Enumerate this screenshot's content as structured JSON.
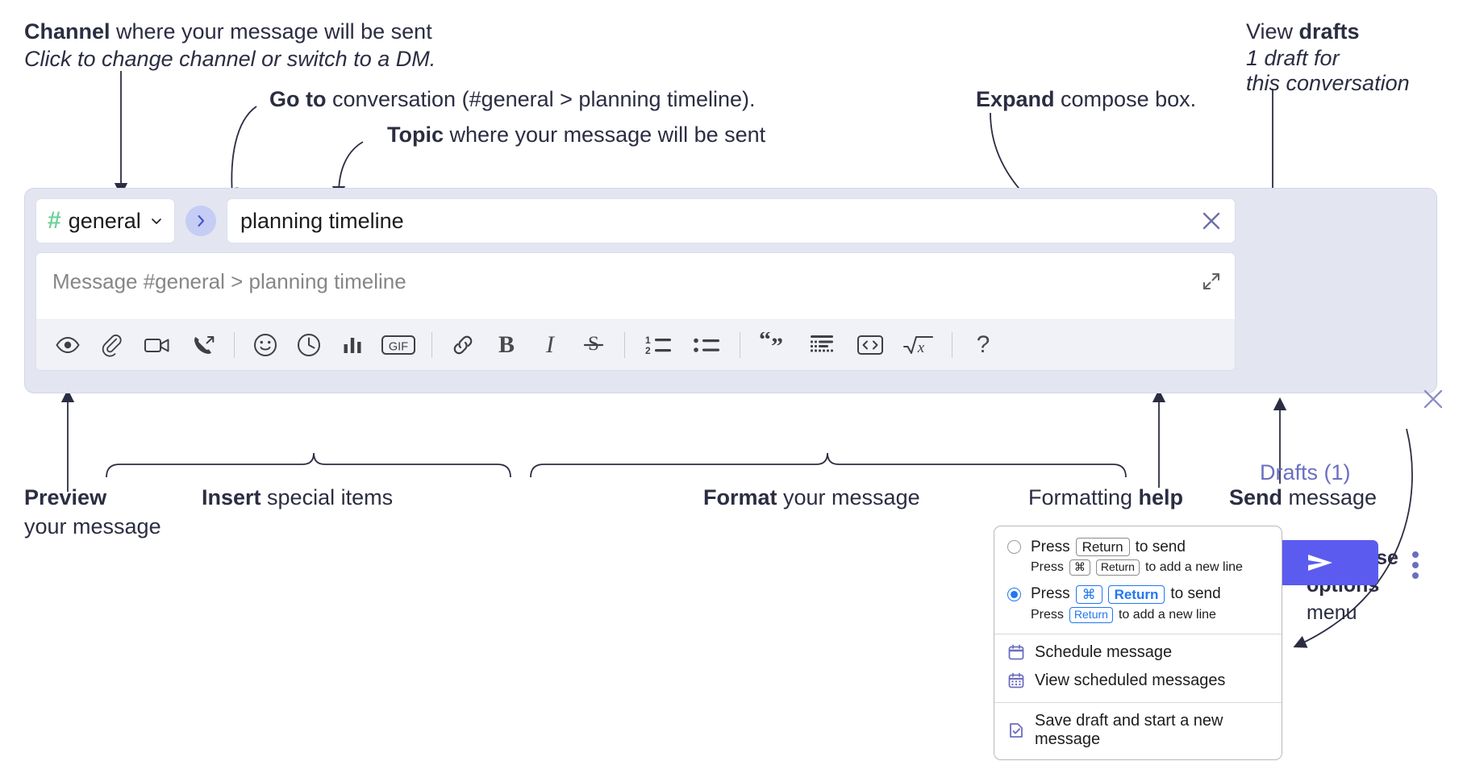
{
  "annotations": {
    "channel": {
      "bold": "Channel",
      "rest": " where your message will be sent",
      "italic": "Click to change channel or switch to a DM."
    },
    "goto": {
      "bold": "Go to",
      "rest": " conversation (#general > planning timeline)."
    },
    "topic": {
      "bold": "Topic",
      "rest": " where your message will be sent"
    },
    "expand": {
      "bold": "Expand",
      "rest": " compose box."
    },
    "drafts": {
      "line1_rest": "View ",
      "line1_bold": "drafts",
      "line2": "1 draft for",
      "line3": "this conversation"
    },
    "preview": {
      "bold": "Preview",
      "line2": "your message"
    },
    "insert": {
      "bold": "Insert",
      "rest": " special items"
    },
    "format": {
      "bold": "Format",
      "rest": " your message"
    },
    "help": {
      "rest": "Formatting ",
      "bold": "help"
    },
    "send": {
      "bold": "Send",
      "rest": " message"
    },
    "compose_options": {
      "line1": "Compose",
      "line2": "options",
      "line3": "menu"
    }
  },
  "compose": {
    "channel_label": "general",
    "channel_icon": "hash-icon",
    "channel_caret_icon": "chevron-down-icon",
    "goto_icon": "chevron-right-icon",
    "topic_value": "planning timeline",
    "topic_clear_icon": "close-icon",
    "message_placeholder": "Message #general > planning timeline",
    "expand_icon": "expand-icon",
    "drafts_label": "Drafts (1)",
    "close_icon": "close-icon",
    "send_icon": "send-paper-plane-icon",
    "kebab_icon": "vertical-dots-icon",
    "toolbar": [
      {
        "name": "preview-icon",
        "kind": "icon",
        "label": ""
      },
      {
        "name": "attachment-icon",
        "kind": "icon",
        "label": ""
      },
      {
        "name": "video-camera-icon",
        "kind": "icon",
        "label": ""
      },
      {
        "name": "call-forward-icon",
        "kind": "icon",
        "label": ""
      },
      {
        "name": "divider",
        "kind": "sep",
        "label": ""
      },
      {
        "name": "emoji-icon",
        "kind": "icon",
        "label": ""
      },
      {
        "name": "clock-icon",
        "kind": "icon",
        "label": ""
      },
      {
        "name": "poll-bar-chart-icon",
        "kind": "icon",
        "label": ""
      },
      {
        "name": "gif-icon",
        "kind": "icon",
        "label": "GIF"
      },
      {
        "name": "divider",
        "kind": "sep",
        "label": ""
      },
      {
        "name": "link-icon",
        "kind": "icon",
        "label": ""
      },
      {
        "name": "bold-icon",
        "kind": "text",
        "label": "B"
      },
      {
        "name": "italic-icon",
        "kind": "text",
        "label": "I"
      },
      {
        "name": "strikethrough-icon",
        "kind": "text",
        "label": "S"
      },
      {
        "name": "divider",
        "kind": "sep",
        "label": ""
      },
      {
        "name": "ordered-list-icon",
        "kind": "icon",
        "label": ""
      },
      {
        "name": "bulleted-list-icon",
        "kind": "icon",
        "label": ""
      },
      {
        "name": "divider",
        "kind": "sep",
        "label": ""
      },
      {
        "name": "blockquote-icon",
        "kind": "icon",
        "label": ""
      },
      {
        "name": "code-block-icon",
        "kind": "icon",
        "label": ""
      },
      {
        "name": "inline-code-icon",
        "kind": "icon",
        "label": ""
      },
      {
        "name": "math-equation-icon",
        "kind": "icon",
        "label": ""
      },
      {
        "name": "divider",
        "kind": "sep",
        "label": ""
      },
      {
        "name": "formatting-help-icon",
        "kind": "text",
        "label": "?"
      }
    ]
  },
  "menu": {
    "option1": {
      "selected": false,
      "pre": "Press",
      "key": "Return",
      "post": "to send",
      "sub_pre": "Press",
      "sub_key1": "⌘",
      "sub_key2": "Return",
      "sub_post": "to add a new line"
    },
    "option2": {
      "selected": true,
      "pre": "Press",
      "key1": "⌘",
      "key2": "Return",
      "post": "to send",
      "sub_pre": "Press",
      "sub_key": "Return",
      "sub_post": "to add a new line"
    },
    "items": [
      {
        "icon": "calendar-schedule-icon",
        "label": "Schedule message"
      },
      {
        "icon": "calendar-grid-icon",
        "label": "View scheduled messages"
      },
      {
        "icon": "save-draft-icon",
        "label": "Save draft and start a new message"
      }
    ]
  },
  "colors": {
    "compose_bg": "#e3e5f1",
    "send_button": "#5b5bf0",
    "accent_link": "#6b6fc0",
    "hash_green": "#6fd19b",
    "goto_bubble": "#c5cdf5",
    "key_blue": "#2277f0"
  }
}
